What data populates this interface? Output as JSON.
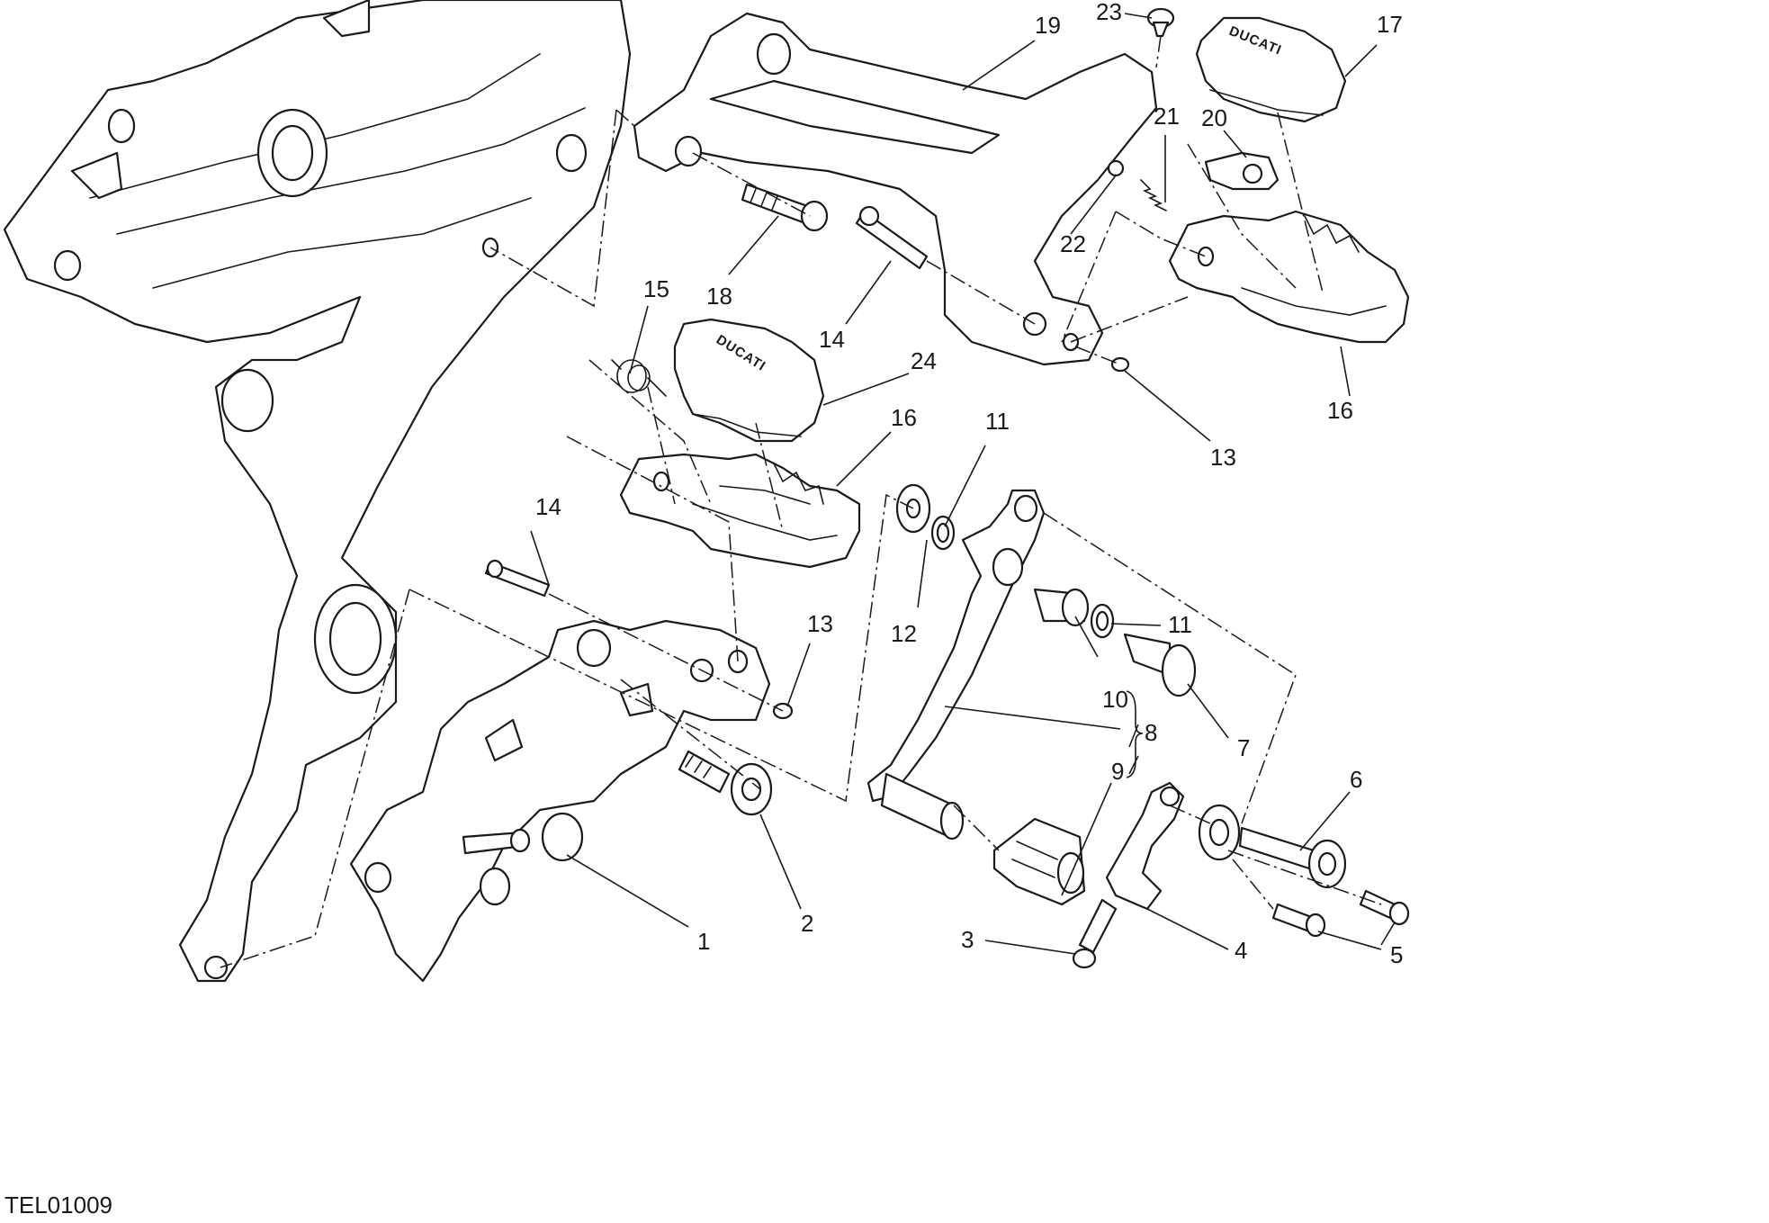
{
  "diagram": {
    "code": "TEL01009",
    "brand_mark": "DUCATI",
    "callouts": {
      "c1": "1",
      "c2": "2",
      "c3": "3",
      "c4": "4",
      "c5": "5",
      "c6": "6",
      "c7": "7",
      "c8": "8",
      "c9": "9",
      "c10": "10",
      "c11a": "11",
      "c11b": "11",
      "c12": "12",
      "c13a": "13",
      "c13b": "13",
      "c14a": "14",
      "c14b": "14",
      "c15": "15",
      "c16a": "16",
      "c16b": "16",
      "c17": "17",
      "c18": "18",
      "c19": "19",
      "c20": "20",
      "c21": "21",
      "c22": "22",
      "c23": "23",
      "c24": "24"
    },
    "line_color": "#1a1a1a",
    "background": "#ffffff"
  }
}
